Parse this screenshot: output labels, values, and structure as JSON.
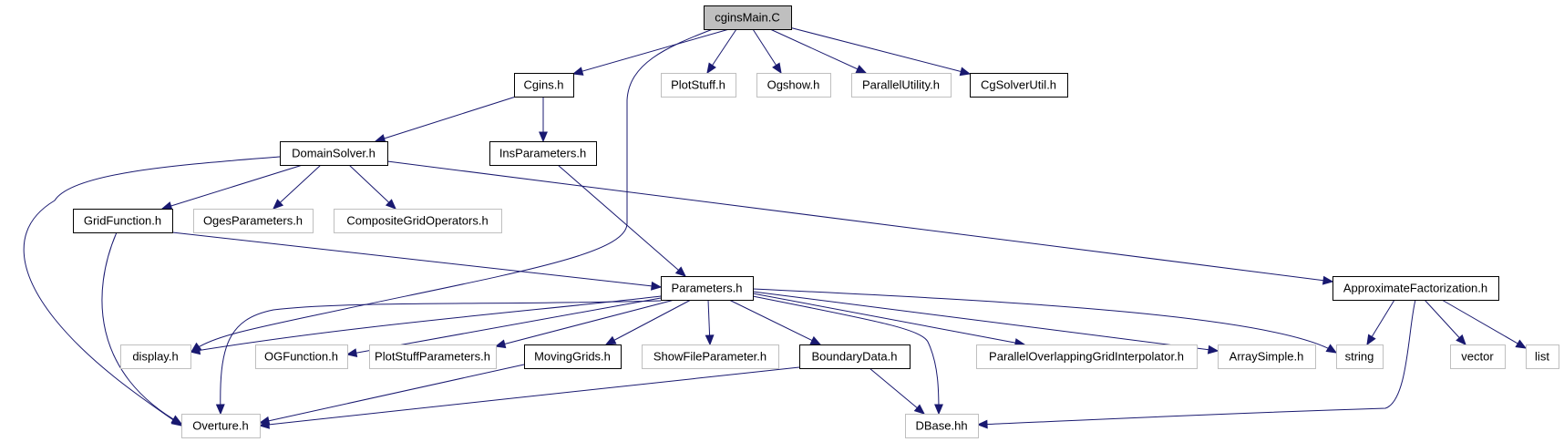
{
  "nodes": {
    "cginsMain": {
      "label": "cginsMain.C",
      "style": "root"
    },
    "cgins": {
      "label": "Cgins.h",
      "style": "known"
    },
    "plotstuff": {
      "label": "PlotStuff.h",
      "style": "unknown"
    },
    "ogshow": {
      "label": "Ogshow.h",
      "style": "unknown"
    },
    "parallelutility": {
      "label": "ParallelUtility.h",
      "style": "unknown"
    },
    "cgsolverutil": {
      "label": "CgSolverUtil.h",
      "style": "known"
    },
    "domainsolver": {
      "label": "DomainSolver.h",
      "style": "known"
    },
    "insparameters": {
      "label": "InsParameters.h",
      "style": "known"
    },
    "gridfunction": {
      "label": "GridFunction.h",
      "style": "known"
    },
    "ogesparameters": {
      "label": "OgesParameters.h",
      "style": "unknown"
    },
    "compositegridoperators": {
      "label": "CompositeGridOperators.h",
      "style": "unknown"
    },
    "parameters": {
      "label": "Parameters.h",
      "style": "known"
    },
    "approximatefactorization": {
      "label": "ApproximateFactorization.h",
      "style": "known"
    },
    "display": {
      "label": "display.h",
      "style": "unknown"
    },
    "ogfunction": {
      "label": "OGFunction.h",
      "style": "unknown"
    },
    "plotstuffparameters": {
      "label": "PlotStuffParameters.h",
      "style": "unknown"
    },
    "movinggrids": {
      "label": "MovingGrids.h",
      "style": "known"
    },
    "showfileparameter": {
      "label": "ShowFileParameter.h",
      "style": "unknown"
    },
    "boundarydata": {
      "label": "BoundaryData.h",
      "style": "known"
    },
    "parallelinterp": {
      "label": "ParallelOverlappingGridInterpolator.h",
      "style": "unknown"
    },
    "arraysimple": {
      "label": "ArraySimple.h",
      "style": "unknown"
    },
    "string": {
      "label": "string",
      "style": "unknown"
    },
    "vector": {
      "label": "vector",
      "style": "unknown"
    },
    "list": {
      "label": "list",
      "style": "unknown"
    },
    "overture": {
      "label": "Overture.h",
      "style": "unknown"
    },
    "dbase": {
      "label": "DBase.hh",
      "style": "unknown"
    }
  },
  "edges": [
    {
      "from": "cginsMain",
      "to": "cgins"
    },
    {
      "from": "cginsMain",
      "to": "display"
    },
    {
      "from": "cginsMain",
      "to": "plotstuff"
    },
    {
      "from": "cginsMain",
      "to": "ogshow"
    },
    {
      "from": "cginsMain",
      "to": "parallelutility"
    },
    {
      "from": "cginsMain",
      "to": "cgsolverutil"
    },
    {
      "from": "cgins",
      "to": "domainsolver"
    },
    {
      "from": "cgins",
      "to": "insparameters"
    },
    {
      "from": "domainsolver",
      "to": "overture"
    },
    {
      "from": "domainsolver",
      "to": "gridfunction"
    },
    {
      "from": "domainsolver",
      "to": "ogesparameters"
    },
    {
      "from": "domainsolver",
      "to": "compositegridoperators"
    },
    {
      "from": "domainsolver",
      "to": "approximatefactorization"
    },
    {
      "from": "insparameters",
      "to": "parameters"
    },
    {
      "from": "gridfunction",
      "to": "parameters"
    },
    {
      "from": "gridfunction",
      "to": "overture"
    },
    {
      "from": "parameters",
      "to": "display"
    },
    {
      "from": "parameters",
      "to": "overture"
    },
    {
      "from": "parameters",
      "to": "ogfunction"
    },
    {
      "from": "parameters",
      "to": "plotstuffparameters"
    },
    {
      "from": "parameters",
      "to": "movinggrids"
    },
    {
      "from": "parameters",
      "to": "showfileparameter"
    },
    {
      "from": "parameters",
      "to": "boundarydata"
    },
    {
      "from": "parameters",
      "to": "dbase"
    },
    {
      "from": "parameters",
      "to": "parallelinterp"
    },
    {
      "from": "parameters",
      "to": "arraysimple"
    },
    {
      "from": "parameters",
      "to": "string"
    },
    {
      "from": "approximatefactorization",
      "to": "string"
    },
    {
      "from": "approximatefactorization",
      "to": "dbase"
    },
    {
      "from": "approximatefactorization",
      "to": "vector"
    },
    {
      "from": "approximatefactorization",
      "to": "list"
    },
    {
      "from": "movinggrids",
      "to": "overture"
    },
    {
      "from": "boundarydata",
      "to": "overture"
    },
    {
      "from": "boundarydata",
      "to": "dbase"
    }
  ]
}
